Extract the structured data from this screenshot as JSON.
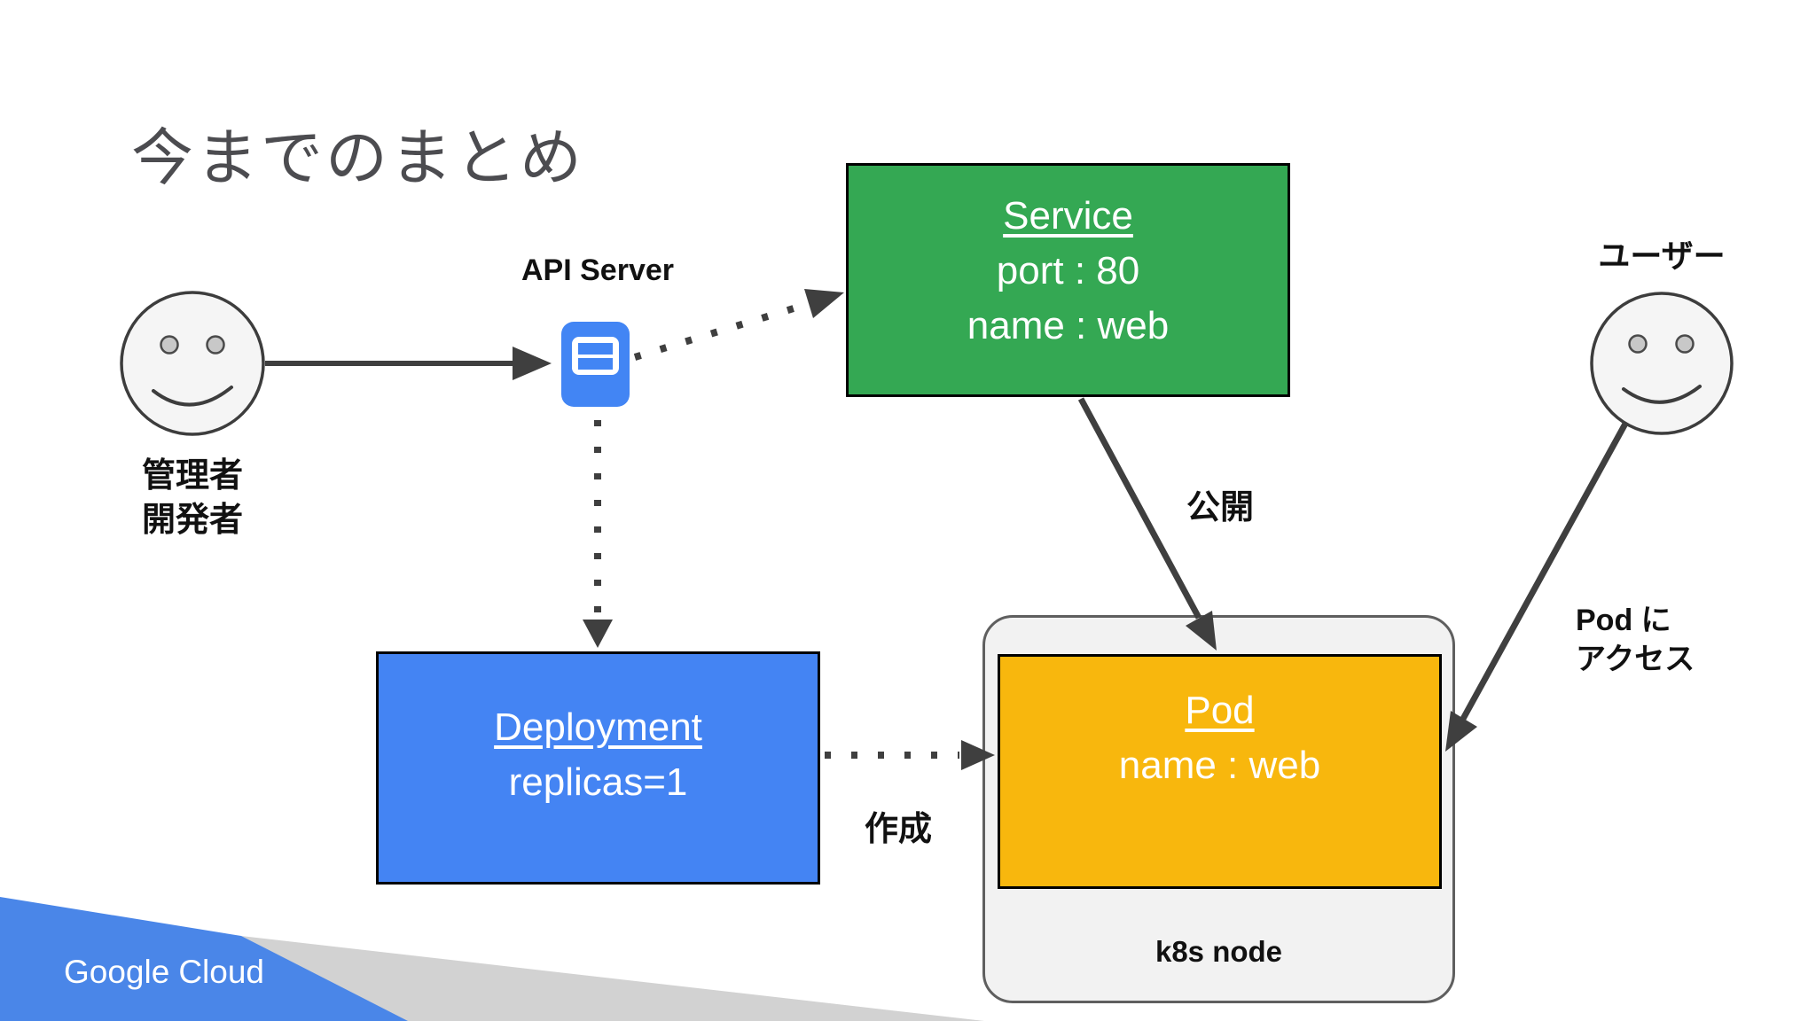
{
  "slide": {
    "title": "今までのまとめ",
    "footer_logo_word1": "Google",
    "footer_logo_word2": "Cloud"
  },
  "labels": {
    "api_server": "API Server",
    "expose": "公開",
    "create": "作成",
    "access_line1": "Pod に",
    "access_line2": "アクセス"
  },
  "actors": {
    "admin": {
      "icon": "smiley-face-icon",
      "line1": "管理者",
      "line2": "開発者"
    },
    "user": {
      "icon": "smiley-face-icon",
      "label": "ユーザー"
    }
  },
  "boxes": {
    "service": {
      "title": "Service",
      "line1": "port : 80",
      "line2": "name : web"
    },
    "deployment": {
      "title": "Deployment",
      "line1": "replicas=1"
    },
    "pod": {
      "title": "Pod",
      "line1": "name : web"
    },
    "node": {
      "label": "k8s node"
    }
  },
  "icons": {
    "api_server": "server-icon"
  },
  "colors": {
    "green": "#34a853",
    "box_blue": "#4484f3",
    "yellow": "#f8b70d",
    "node_fill": "#f2f2f2",
    "node_border": "#5f5f5f",
    "icon_blue": "#4285f4",
    "arrow": "#3f3f3f",
    "title": "#4c4c50",
    "wedge_blue": "#4a86e8",
    "wedge_gray": "#d2d2d2",
    "face_fill": "#f5f5f5",
    "face_stroke": "#3d3d3d",
    "eye_fill": "#c8c8c8"
  }
}
